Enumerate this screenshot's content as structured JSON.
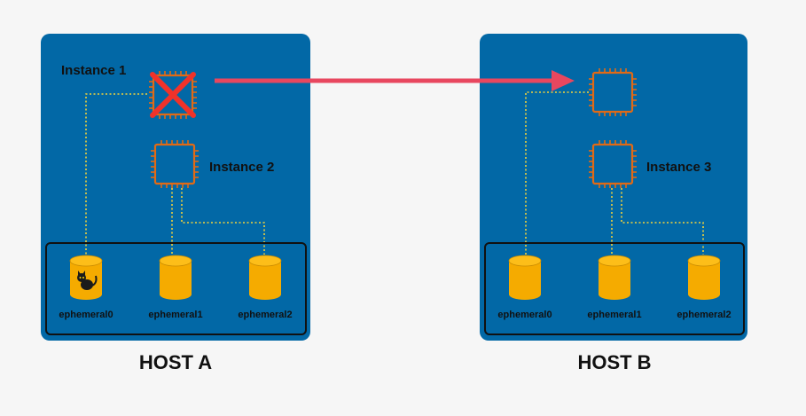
{
  "colors": {
    "background": "#f6f6f6",
    "host_fill": "#0268a6",
    "instance_outline": "#e06a16",
    "disk_fill": "#f5ab00",
    "link_dotted": "#f2d23a",
    "failure_x": "#f0322a",
    "migration_arrow": "#e8475f"
  },
  "icons": {
    "instance": "processor-chip-icon",
    "disk": "cylinder-volume-icon",
    "failure": "red-x-icon",
    "data": "black-cat-icon"
  },
  "hosts": [
    {
      "title": "HOST A",
      "instances": [
        {
          "label": "Instance 1",
          "failed": true
        },
        {
          "label": "Instance 2",
          "failed": false
        }
      ],
      "disks": [
        {
          "label": "ephemeral0",
          "has_data_icon": true
        },
        {
          "label": "ephemeral1",
          "has_data_icon": false
        },
        {
          "label": "ephemeral2",
          "has_data_icon": false
        }
      ]
    },
    {
      "title": "HOST B",
      "instances": [
        {
          "label": "",
          "failed": false
        },
        {
          "label": "Instance 3",
          "failed": false
        }
      ],
      "disks": [
        {
          "label": "ephemeral0",
          "has_data_icon": false
        },
        {
          "label": "ephemeral1",
          "has_data_icon": false
        },
        {
          "label": "ephemeral2",
          "has_data_icon": false
        }
      ]
    }
  ],
  "migration": {
    "from": "Instance 1",
    "to": "HOST B"
  }
}
